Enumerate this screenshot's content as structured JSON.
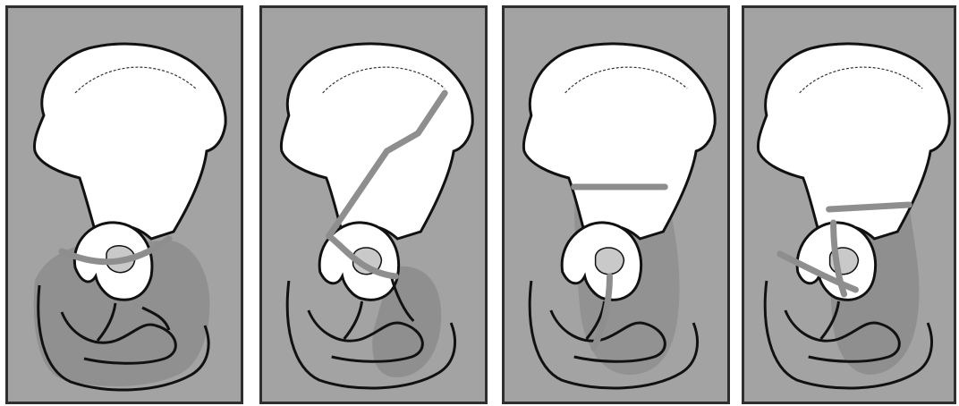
{
  "figure": {
    "panels": [
      {
        "id": "panel-1"
      },
      {
        "id": "panel-2"
      },
      {
        "id": "panel-3"
      },
      {
        "id": "panel-4"
      }
    ],
    "colors": {
      "background": "#a3a3a3",
      "bone_fill": "#ffffff",
      "outline": "#111111",
      "lower_region": "#8a8a8a",
      "fracture_line": "#8e8e8e",
      "frame": "#2f2f2f"
    }
  }
}
